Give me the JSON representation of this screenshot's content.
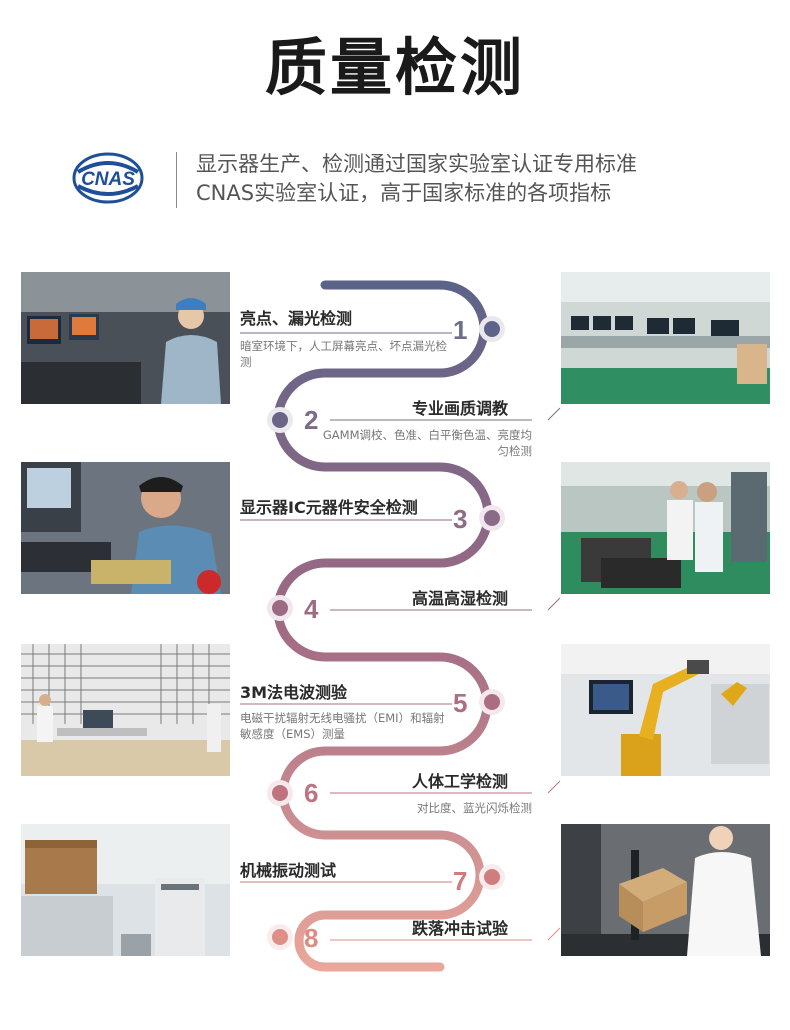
{
  "title": "质量检测",
  "intro": {
    "logo_text": "CNAS",
    "line1": "显示器生产、检测通过国家实验室认证专用标准",
    "line2": "CNAS实验室认证，高于国家标准的各项指标"
  },
  "items": [
    {
      "num": "1",
      "title": "亮点、漏光检测",
      "desc": "暗室环境下，人工屏幕亮点、坏点漏光检测",
      "color": "#6b6f8c"
    },
    {
      "num": "2",
      "title": "专业画质调教",
      "desc": "GAMM调校、色准、白平衡色温、亮度均匀检测",
      "color": "#7d6c88"
    },
    {
      "num": "3",
      "title": "显示器IC元器件安全检测",
      "desc": "",
      "color": "#8e6c85"
    },
    {
      "num": "4",
      "title": "高温高湿检测",
      "desc": "",
      "color": "#9d6c83"
    },
    {
      "num": "5",
      "title": "3M法电波测验",
      "desc": "电磁干扰辐射无线电骚扰（EMI）和辐射敏感度（EMS）测量",
      "color": "#ad6d82"
    },
    {
      "num": "6",
      "title": "人体工学检测",
      "desc": "对比度、蓝光闪烁检测",
      "color": "#bf7280"
    },
    {
      "num": "7",
      "title": "机械振动测试",
      "desc": "",
      "color": "#cf7a7d"
    },
    {
      "num": "8",
      "title": "跌落冲击试验",
      "desc": "",
      "color": "#dc8c84"
    }
  ],
  "colors": {
    "path_start": "#5b6388",
    "path_end": "#eaa79a",
    "cnas_blue": "#1f4f98"
  },
  "photos": [
    {
      "name": "photo-dark-room-inspection",
      "icon": "worker-at-monitor"
    },
    {
      "name": "photo-production-line",
      "icon": "factory-line"
    },
    {
      "name": "photo-ic-component-test",
      "icon": "technician-soldering"
    },
    {
      "name": "photo-high-temp-humidity",
      "icon": "assembly-line"
    },
    {
      "name": "photo-anechoic-chamber",
      "icon": "emi-chamber"
    },
    {
      "name": "photo-robotic-ergonomic-test",
      "icon": "robot-arm"
    },
    {
      "name": "photo-vibration-test",
      "icon": "vibration-machine"
    },
    {
      "name": "photo-drop-test",
      "icon": "drop-test-box"
    }
  ]
}
